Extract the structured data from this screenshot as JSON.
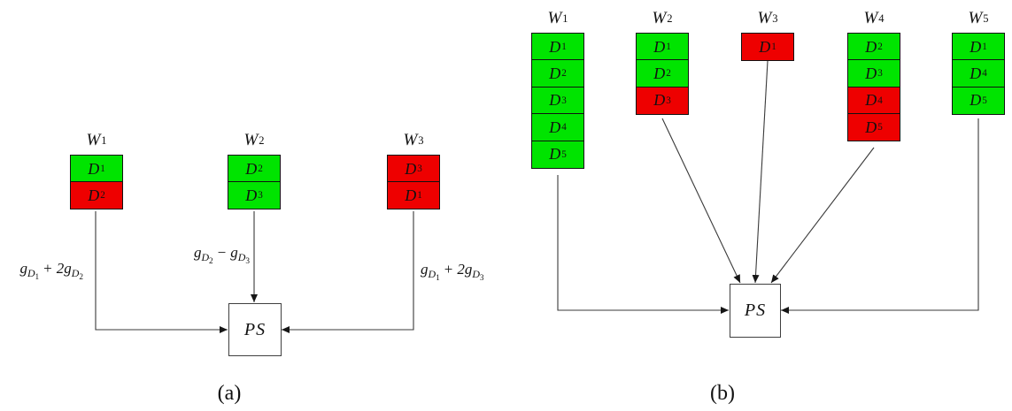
{
  "colors": {
    "green": "#00e400",
    "red": "#ee0000",
    "line": "#3a3a3a"
  },
  "panel_a": {
    "caption": "(a)",
    "ps_label": "PS",
    "workers": [
      {
        "t": "W",
        "sub": "1",
        "blocks": [
          {
            "name": "D",
            "sub": "1",
            "color": "green"
          },
          {
            "name": "D",
            "sub": "2",
            "color": "red"
          }
        ]
      },
      {
        "t": "W",
        "sub": "2",
        "blocks": [
          {
            "name": "D",
            "sub": "2",
            "color": "green"
          },
          {
            "name": "D",
            "sub": "3",
            "color": "green"
          }
        ]
      },
      {
        "t": "W",
        "sub": "3",
        "blocks": [
          {
            "name": "D",
            "sub": "3",
            "color": "red"
          },
          {
            "name": "D",
            "sub": "1",
            "color": "red"
          }
        ]
      }
    ],
    "edge_labels": [
      {
        "g1": "g",
        "d1": "D",
        "i1": "1",
        "op": "+",
        "g2": "2g",
        "d2": "D",
        "i2": "2"
      },
      {
        "g1": "g",
        "d1": "D",
        "i1": "2",
        "op": "−",
        "g2": "g",
        "d2": "D",
        "i2": "3"
      },
      {
        "g1": "g",
        "d1": "D",
        "i1": "1",
        "op": "+",
        "g2": "2g",
        "d2": "D",
        "i2": "3"
      }
    ]
  },
  "panel_b": {
    "caption": "(b)",
    "ps_label": "PS",
    "workers": [
      {
        "t": "W",
        "sub": "1",
        "blocks": [
          {
            "name": "D",
            "sub": "1",
            "color": "green"
          },
          {
            "name": "D",
            "sub": "2",
            "color": "green"
          },
          {
            "name": "D",
            "sub": "3",
            "color": "green"
          },
          {
            "name": "D",
            "sub": "4",
            "color": "green"
          },
          {
            "name": "D",
            "sub": "5",
            "color": "green"
          }
        ]
      },
      {
        "t": "W",
        "sub": "2",
        "blocks": [
          {
            "name": "D",
            "sub": "1",
            "color": "green"
          },
          {
            "name": "D",
            "sub": "2",
            "color": "green"
          },
          {
            "name": "D",
            "sub": "3",
            "color": "red"
          }
        ]
      },
      {
        "t": "W",
        "sub": "3",
        "blocks": [
          {
            "name": "D",
            "sub": "1",
            "color": "red"
          }
        ]
      },
      {
        "t": "W",
        "sub": "4",
        "blocks": [
          {
            "name": "D",
            "sub": "2",
            "color": "green"
          },
          {
            "name": "D",
            "sub": "3",
            "color": "green"
          },
          {
            "name": "D",
            "sub": "4",
            "color": "red"
          },
          {
            "name": "D",
            "sub": "5",
            "color": "red"
          }
        ]
      },
      {
        "t": "W",
        "sub": "5",
        "blocks": [
          {
            "name": "D",
            "sub": "1",
            "color": "green"
          },
          {
            "name": "D",
            "sub": "4",
            "color": "green"
          },
          {
            "name": "D",
            "sub": "5",
            "color": "green"
          }
        ]
      }
    ]
  }
}
